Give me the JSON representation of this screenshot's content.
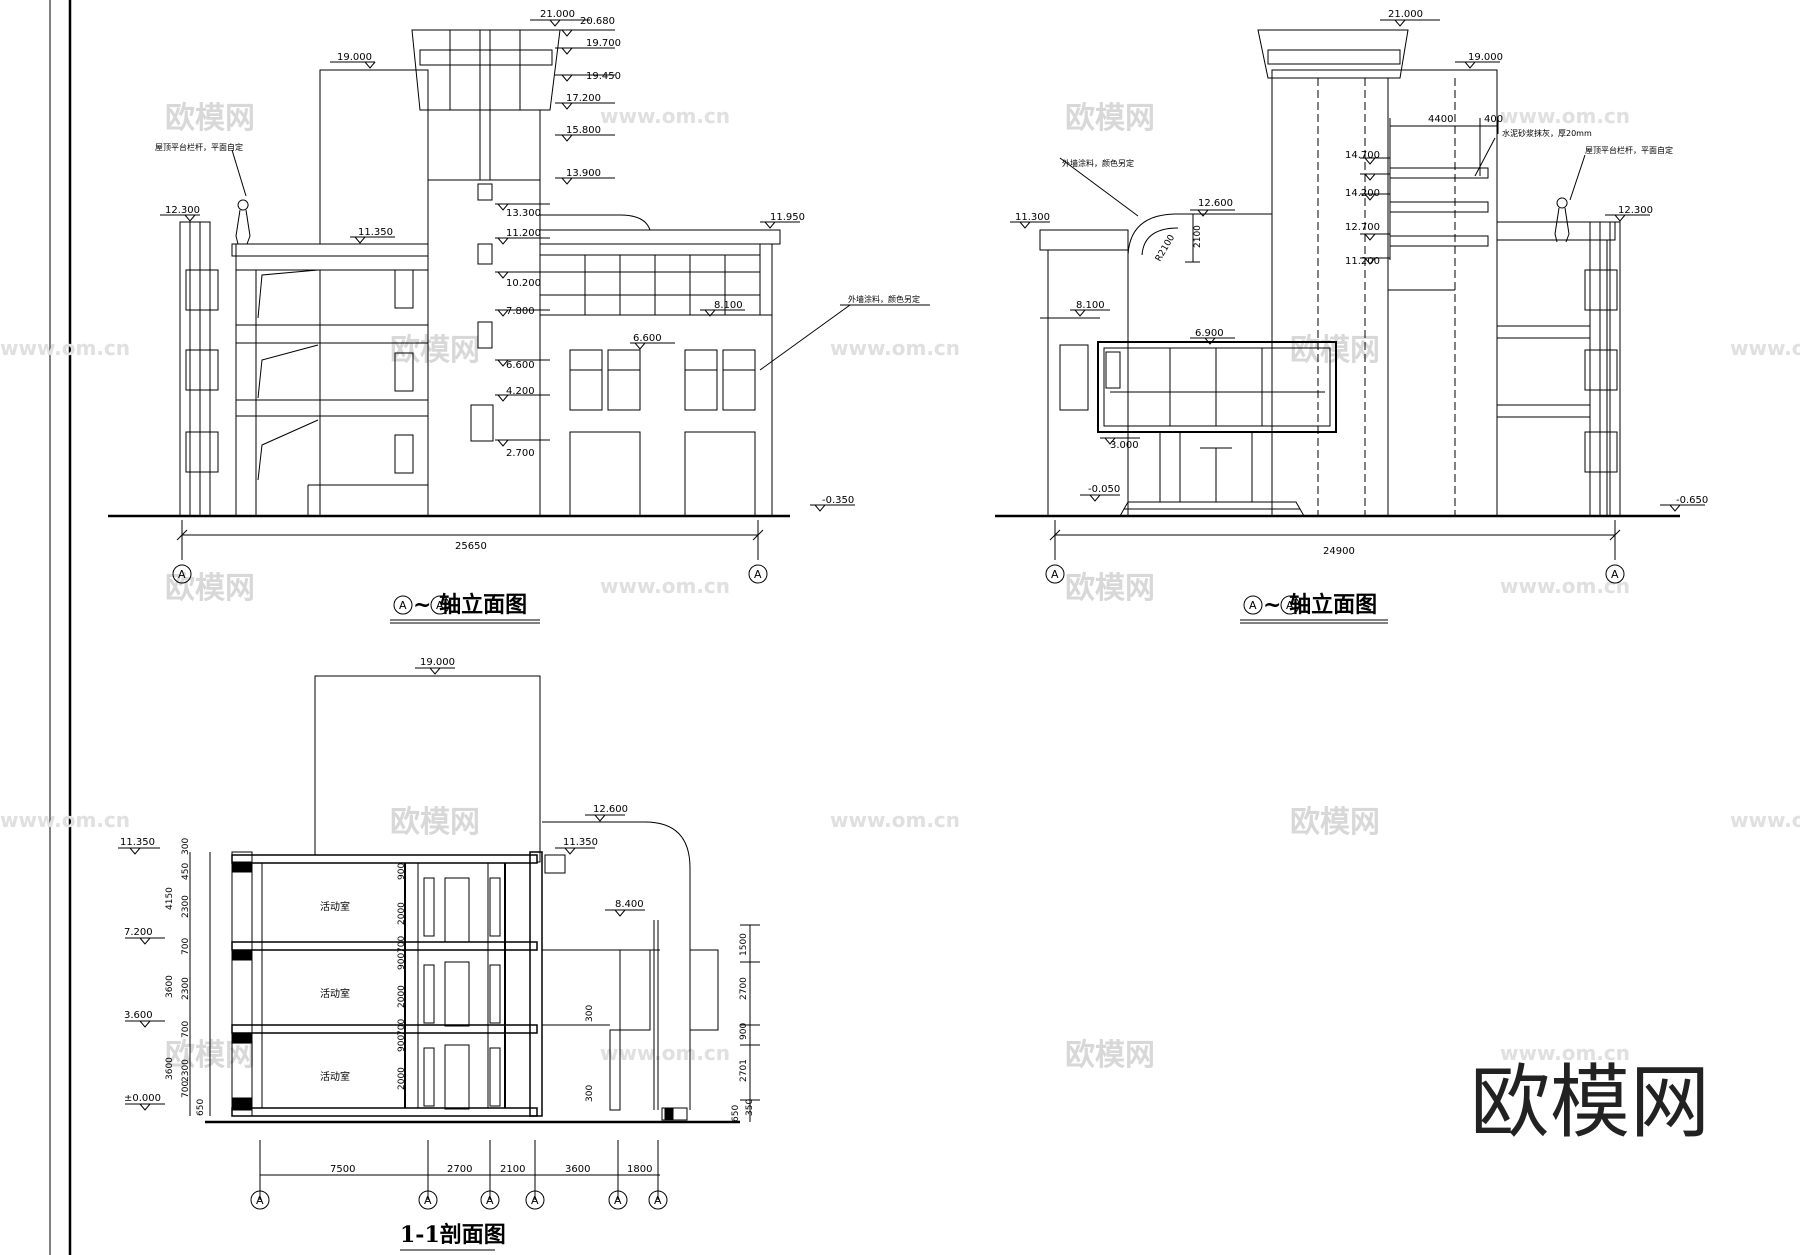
{
  "logo": {
    "text": "欧模网"
  },
  "watermark": {
    "text": "欧模网",
    "url": "www.om.cn"
  },
  "elev1": {
    "title": "~ 轴立面图",
    "axis_label": "A",
    "total_dim": "25650",
    "levels": [
      "21.000",
      "20.680",
      "19.700",
      "19.450",
      "17.200",
      "15.800",
      "13.900",
      "13.300",
      "11.200",
      "10.200",
      "7.800",
      "6.600",
      "4.200",
      "2.700"
    ],
    "left_levels": [
      "19.000",
      "12.300",
      "11.350"
    ],
    "right_levels": [
      "11.950",
      "8.100",
      "6.600",
      "-0.350"
    ],
    "note_roof": "屋顶平台栏杆，平面自定",
    "note_wall": "外墙涂料，颜色另定"
  },
  "elev2": {
    "title": "~ 轴立面图",
    "axis_label": "A",
    "total_dim": "24900",
    "top_levels": [
      "21.000",
      "19.000"
    ],
    "dim_4400": "4400",
    "dim_400": "400",
    "stack_levels": [
      "14.700",
      "14.200",
      "12.700",
      "11.200"
    ],
    "left_levels": [
      "11.300",
      "12.600",
      "8.100",
      "6.900",
      "3.000",
      "-0.050"
    ],
    "right_levels": [
      "12.300",
      "-0.650"
    ],
    "dim_2100": "2100",
    "radius": "R2100",
    "note_wall": "外墙涂料，颜色另定",
    "note_glass": "水泥砂浆抹灰，厚20mm",
    "note_roof": "屋顶平台栏杆，平面自定"
  },
  "section": {
    "title": "1-1剖面图",
    "axis_label": "A",
    "room": "活动室",
    "levels_left": [
      "11.350",
      "7.200",
      "3.600",
      "±0.000"
    ],
    "levels_top": [
      "19.000",
      "12.600",
      "11.350",
      "8.400"
    ],
    "left_dims_outer": [
      "4150",
      "3600",
      "3600"
    ],
    "left_dims_inner": [
      "300",
      "450",
      "2300",
      "700",
      "2300",
      "700",
      "2300",
      "700",
      "650"
    ],
    "inner_dims": [
      "900",
      "2000",
      "900",
      "700",
      "2000",
      "900",
      "700",
      "2000"
    ],
    "right_dims": [
      "1500",
      "2700",
      "900",
      "2701",
      "650",
      "350"
    ],
    "step_dims": [
      "300",
      "300"
    ],
    "bottom_dims": [
      "7500",
      "2700",
      "2100",
      "3600",
      "1800"
    ]
  }
}
